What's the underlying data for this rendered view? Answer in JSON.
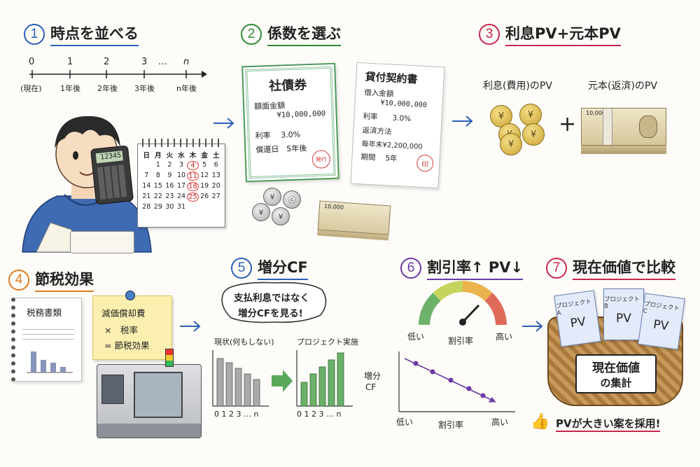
{
  "steps": [
    {
      "num": "1",
      "title": "時点を並べる",
      "color": "#2b5fb8"
    },
    {
      "num": "2",
      "title": "係数を選ぶ",
      "color": "#2e8a3a"
    },
    {
      "num": "3",
      "title": "利息PV+元本PV",
      "color": "#c8284a"
    },
    {
      "num": "4",
      "title": "節税効果",
      "color": "#e07a1f"
    },
    {
      "num": "5",
      "title": "増分CF",
      "color": "#2b5fb8"
    },
    {
      "num": "6",
      "title": "割引率↑ PV↓",
      "color": "#6b3aa6"
    },
    {
      "num": "7",
      "title": "現在価値で比較",
      "color": "#c8284a"
    }
  ],
  "timeline": {
    "ticks": [
      "0",
      "1",
      "2",
      "3",
      "n"
    ],
    "ellipsis": "…",
    "labels": [
      "(現在)",
      "1年後",
      "2年後",
      "3年後",
      "n年後"
    ]
  },
  "calculator": {
    "display": "12345"
  },
  "calendar": {
    "header": [
      "日",
      "月",
      "火",
      "水",
      "木",
      "金",
      "土"
    ],
    "days": [
      "",
      "1",
      "2",
      "3",
      "4",
      "5",
      "6",
      "7",
      "8",
      "9",
      "10",
      "11",
      "12",
      "13",
      "14",
      "15",
      "16",
      "17",
      "18",
      "19",
      "20",
      "21",
      "22",
      "23",
      "24",
      "25",
      "26",
      "27",
      "28",
      "29",
      "30",
      "31",
      "",
      "",
      "",
      ""
    ],
    "circled": [
      "4",
      "11",
      "18",
      "25"
    ]
  },
  "bond": {
    "title": "社債券",
    "line1": "額面金額",
    "line2": "¥10,000,000",
    "line3": "利率　 3.0%",
    "line4": "償還日　5年後",
    "seal": "発行"
  },
  "loan": {
    "title": "貸付契約書",
    "line1": "借入金額",
    "line2": "¥10,000,000",
    "line3": "利率　　3.0%",
    "line4": "返済方法",
    "line5": "毎年末¥2,200,000",
    "line6": "期間　 5年",
    "seal": "印"
  },
  "step2_money": {
    "coin": "¥",
    "coin_alt": "ⓒ",
    "note": "10,000"
  },
  "pv": {
    "interest_label": "利息(費用)のPV",
    "principal_label": "元本(返済)のPV",
    "plus": "+",
    "coin": "¥",
    "note": "10,000"
  },
  "tax": {
    "doc_title": "税務書類",
    "note_line1": "減価償却費",
    "note_line2": "×　税率",
    "note_line3": "= 節税効果"
  },
  "incremental": {
    "bubble_line1": "支払利息ではなく",
    "bubble_line2": "増分CFを見る!",
    "label_left": "現状(何もしない)",
    "label_right": "プロジェクト実施",
    "side_label_1": "増分",
    "side_label_2": "CF",
    "axis_left": "0 1 2 3 … n",
    "axis_right": "0 1 2 3 … n"
  },
  "discount": {
    "gauge_low": "低い",
    "gauge_mid": "割引率",
    "gauge_high": "高い",
    "chart_xlabel": "割引率",
    "chart_low": "低い",
    "chart_high": "高い"
  },
  "compare": {
    "cards": [
      {
        "title": "プロジェクトA",
        "value": "PV"
      },
      {
        "title": "プロジェクトB",
        "value": "PV"
      },
      {
        "title": "プロジェクトC",
        "value": "PV"
      }
    ],
    "basket_label_1": "現在価値",
    "basket_label_2": "の集計",
    "thumb_icon": "👍",
    "conclusion": "PVが大きい案を採用!"
  }
}
